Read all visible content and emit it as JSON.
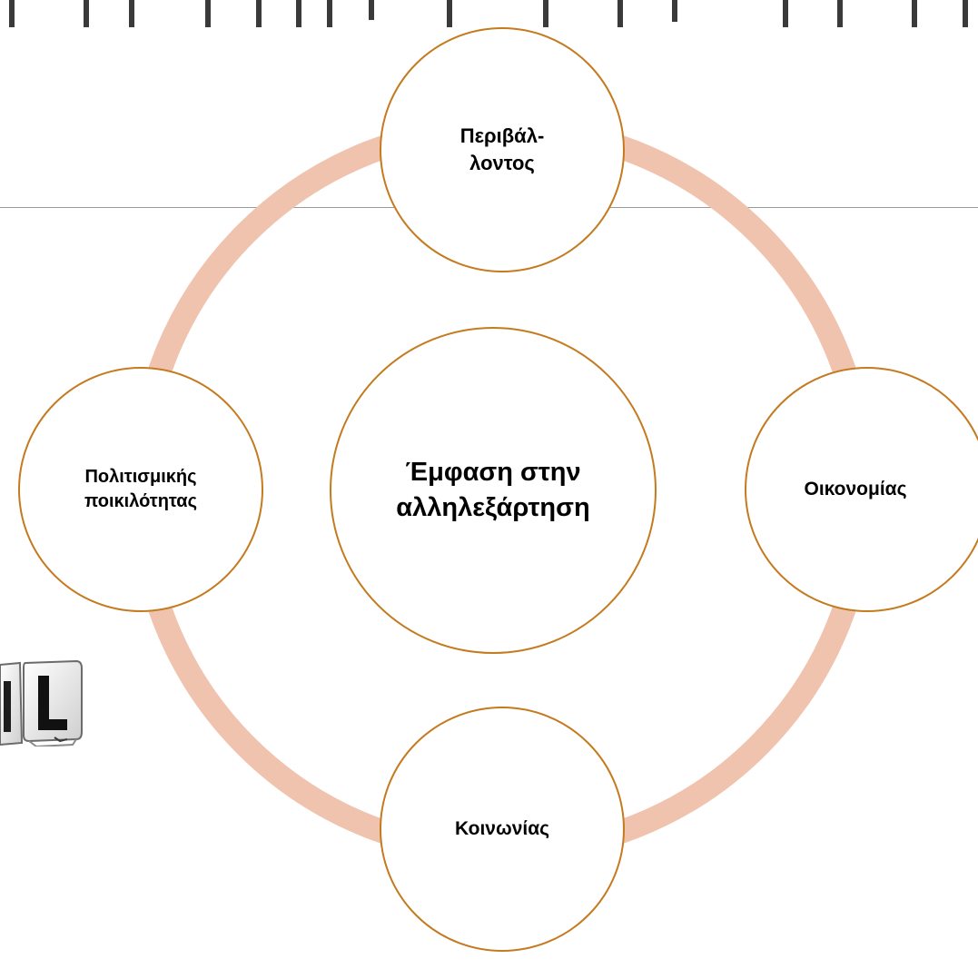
{
  "diagram": {
    "center": {
      "label": "Έμφαση στην αλληλεξάρτηση"
    },
    "nodes": {
      "top": {
        "label": "Περιβάλ-\nλοντος"
      },
      "right": {
        "label": "Οικονομίας"
      },
      "bottom": {
        "label": "Κοινωνίας"
      },
      "left": {
        "label": "Πολιτισμικής ποικιλότητας"
      }
    }
  },
  "colors": {
    "ring": "#f0c3ae",
    "node_border": "#c47a1e",
    "node_fill": "#ffffff",
    "text": "#000000",
    "divider": "#9a9a9a"
  },
  "icons": {
    "background_image": "letter-dice-icon"
  }
}
